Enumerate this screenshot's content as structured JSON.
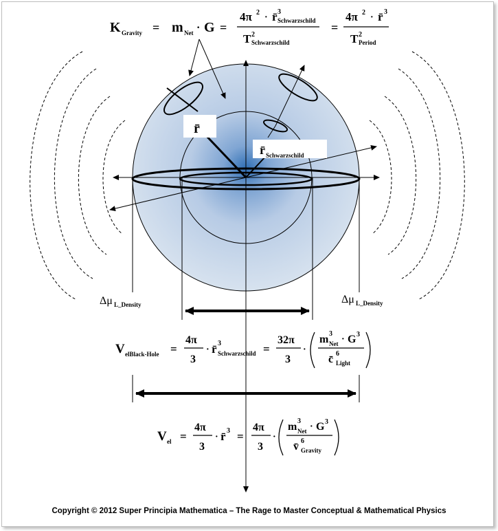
{
  "formula_top": {
    "k": "K",
    "k_sub": "Gravity",
    "eq": "=",
    "m": "m",
    "m_sub": "Net",
    "dot": "·",
    "g": "G",
    "num1": "4π",
    "num1_sup": "2",
    "num1_dot": "·",
    "num1_r": "r̄",
    "num1_r_sub": "Schwarzschild",
    "num1_r_sup": "3",
    "den1": "T",
    "den1_sup": "2",
    "den1_sub": "Schwarzschild",
    "num2": "4π",
    "num2_sup": "2",
    "num2_dot": "·",
    "num2_r": "r̄",
    "num2_r_sup": "3",
    "den2": "T",
    "den2_sup": "2",
    "den2_sub": "Period"
  },
  "labels": {
    "r": "r̄",
    "r_schwarz": "r̄",
    "r_schwarz_sub": "Schwarzschild",
    "delta_left": "Δμ",
    "delta_left_sub": "L_Density",
    "delta_right": "Δμ",
    "delta_right_sub": "L_Density"
  },
  "formula_mid": {
    "v": "V",
    "v_sub": "elBlack-Hole",
    "eq": "=",
    "f1_num": "4π",
    "f1_den": "3",
    "dot": "·",
    "r": "r̄",
    "r_sup": "3",
    "r_sub": "Schwarzschild",
    "f2_num": "32π",
    "f2_den": "3",
    "m": "m",
    "m_sup": "3",
    "m_sub": "Net",
    "g": "G",
    "g_sup": "3",
    "c": "c̄",
    "c_sup": "6",
    "c_sub": "Light"
  },
  "formula_bottom": {
    "v": "V",
    "v_sub": "el",
    "eq": "=",
    "f1_num": "4π",
    "f1_den": "3",
    "dot": "·",
    "r": "r̄",
    "r_sup": "3",
    "f2_num": "4π",
    "f2_den": "3",
    "m": "m",
    "m_sup": "3",
    "m_sub": "Net",
    "g": "G",
    "g_sup": "3",
    "v2": "v̄",
    "v2_sup": "6",
    "v2_sub": "Gravity"
  },
  "copyright": "Copyright © 2012 Super Principia Mathematica – The Rage to Master Conceptual & Mathematical Physics",
  "colors": {
    "sphere_center": "#2f6fb5",
    "sphere_edge": "#cfdcec",
    "line": "#000000"
  }
}
